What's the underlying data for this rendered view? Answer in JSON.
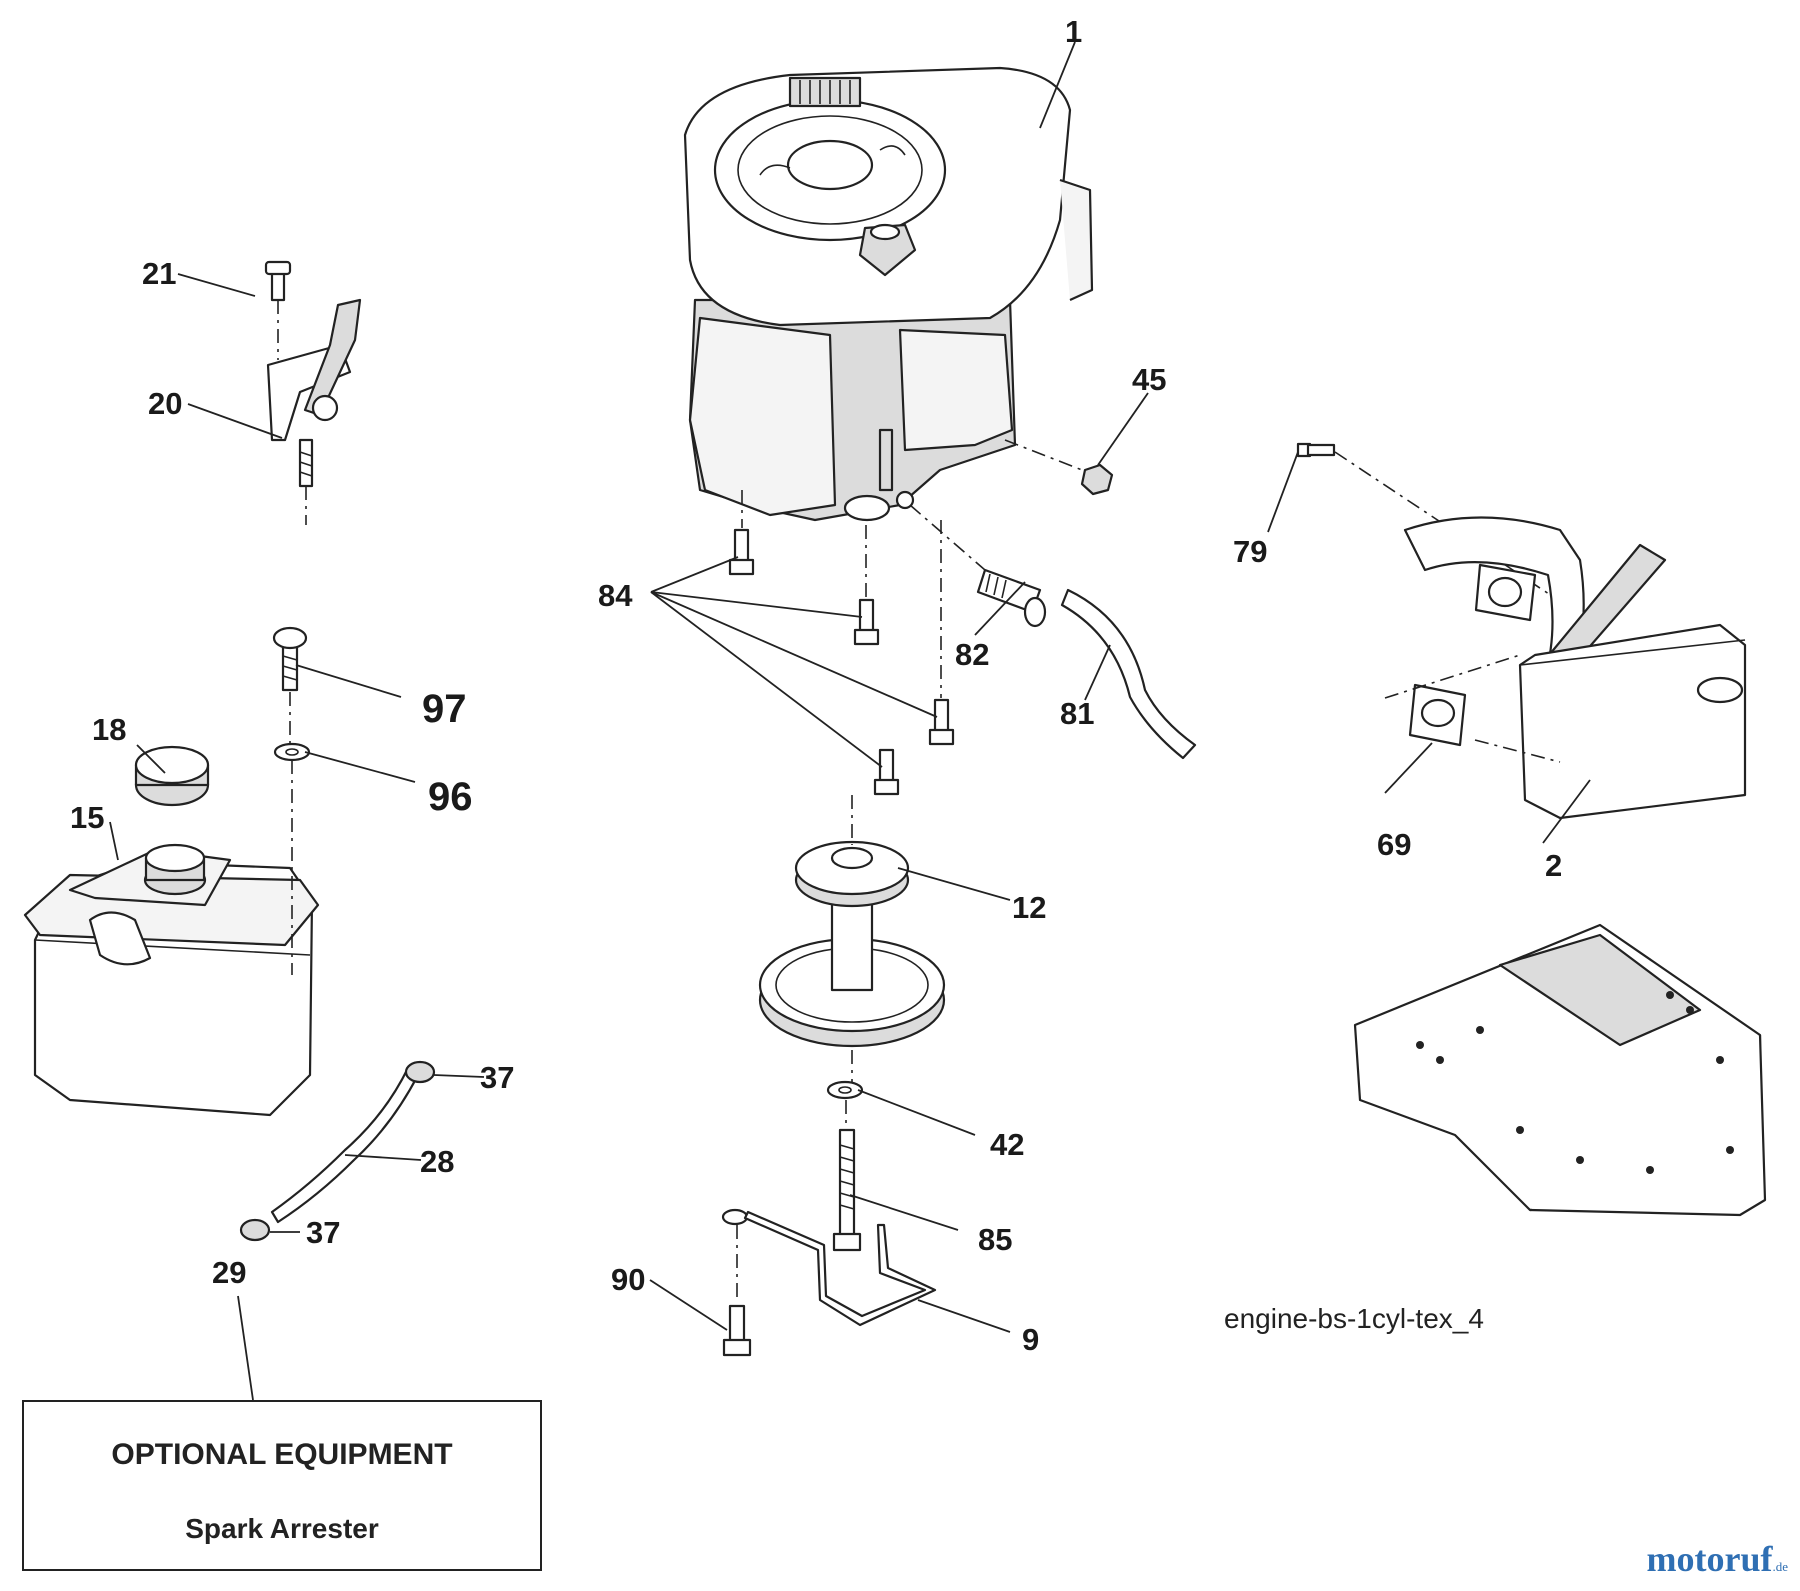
{
  "diagram": {
    "drawing_id": "engine-bs-1cyl-tex_4",
    "optional_equipment": {
      "title": "OPTIONAL EQUIPMENT",
      "item": "Spark Arrester"
    },
    "watermark": {
      "name": "motoruf",
      "tld": ".de",
      "color_primary": "#2f6fb3",
      "color_accent": "#e07a1e"
    },
    "callouts": {
      "c1": "1",
      "c2": "2",
      "c9": "9",
      "c12": "12",
      "c15": "15",
      "c18": "18",
      "c20": "20",
      "c21": "21",
      "c28": "28",
      "c29": "29",
      "c37a": "37",
      "c37b": "37",
      "c42": "42",
      "c45": "45",
      "c69": "69",
      "c79": "79",
      "c81": "81",
      "c82": "82",
      "c84": "84",
      "c85": "85",
      "c90": "90",
      "c96": "96",
      "c97": "97"
    }
  }
}
